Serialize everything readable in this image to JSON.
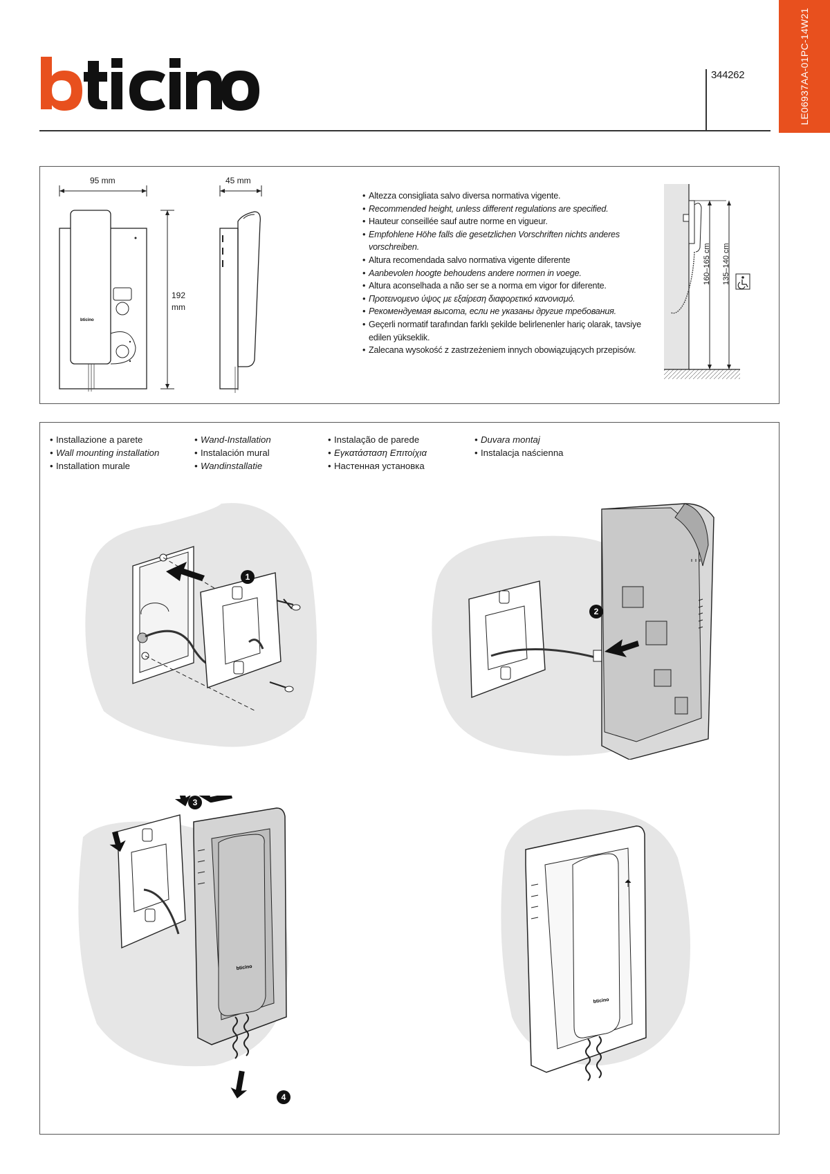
{
  "header": {
    "brand": "bticino",
    "product_code": "344262",
    "document_code": "LE06937AA-01PC-14W21",
    "accent_color": "#e8501e"
  },
  "dimensions": {
    "width": "95 mm",
    "depth": "45 mm",
    "height_value": "192",
    "height_unit": "mm",
    "mounting_range_a": "160–165 cm",
    "mounting_range_b": "135–140 cm",
    "accessibility_icon": "wheelchair-icon"
  },
  "height_notes": [
    {
      "text": "Altezza consigliata salvo diversa normativa vigente.",
      "italic": false
    },
    {
      "text": "Recommended height, unless different regulations are specified.",
      "italic": true
    },
    {
      "text": "Hauteur conseillée sauf autre norme en vigueur.",
      "italic": false
    },
    {
      "text": "Empfohlene Höhe falls die gesetzlichen Vorschriften nichts anderes vorschreiben.",
      "italic": true
    },
    {
      "text": "Altura recomendada salvo normativa vigente diferente",
      "italic": false
    },
    {
      "text": "Aanbevolen hoogte behoudens andere normen in voege.",
      "italic": true
    },
    {
      "text": "Altura aconselhada a não ser se a norma em vigor for diferente.",
      "italic": false
    },
    {
      "text": "Προτεινομενο ύψος με εξαίρεση διαφορετικό κανονισμό.",
      "italic": true
    },
    {
      "text": "Рекомендуемая высота, если не указаны другие требования.",
      "italic": true
    },
    {
      "text": "Geçerli normatif tarafından farklı şekilde belirlenenler hariç olarak, tavsiye edilen yükseklik.",
      "italic": false
    },
    {
      "text": "Zalecana wysokość z zastrzeżeniem innych obowiązujących przepisów.",
      "italic": false
    }
  ],
  "install_titles": [
    [
      {
        "text": "Installazione a parete",
        "italic": false
      },
      {
        "text": "Wall mounting installation",
        "italic": true
      },
      {
        "text": "Installation murale",
        "italic": false
      }
    ],
    [
      {
        "text": "Wand-Installation",
        "italic": true
      },
      {
        "text": "Instalación mural",
        "italic": false
      },
      {
        "text": "Wandinstallatie",
        "italic": true
      }
    ],
    [
      {
        "text": "Instalação de parede",
        "italic": false
      },
      {
        "text": "Εγκατάσταση Επιτοίχια",
        "italic": true
      },
      {
        "text": "Настенная установка",
        "italic": false
      }
    ],
    [
      {
        "text": "Duvara montaj",
        "italic": true
      },
      {
        "text": "Instalacja naścienna",
        "italic": false
      }
    ]
  ],
  "steps": [
    "1",
    "2",
    "3",
    "4"
  ],
  "device_brand_label": "bticino"
}
